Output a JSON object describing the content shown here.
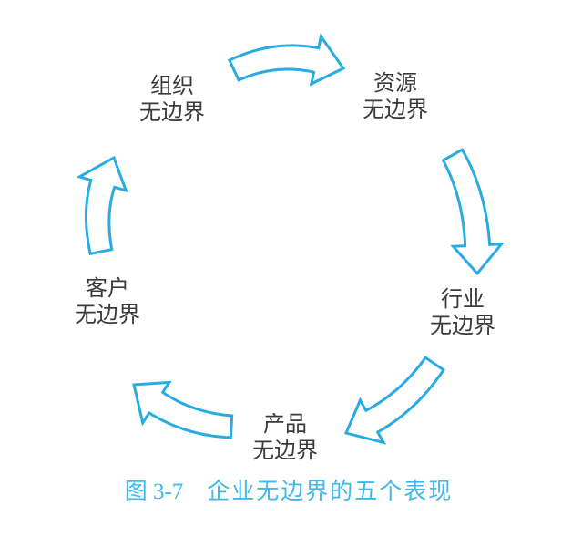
{
  "figure": {
    "caption": {
      "label": "图 3-7",
      "title": "企业无边界的五个表现"
    },
    "nodes": [
      {
        "id": "organization",
        "line1": "组织",
        "line2": "无边界"
      },
      {
        "id": "resources",
        "line1": "资源",
        "line2": "无边界"
      },
      {
        "id": "industry",
        "line1": "行业",
        "line2": "无边界"
      },
      {
        "id": "product",
        "line1": "产品",
        "line2": "无边界"
      },
      {
        "id": "customer",
        "line1": "客户",
        "line2": "无边界"
      }
    ],
    "flows": [
      {
        "from": "组织无边界",
        "to": "资源无边界"
      },
      {
        "from": "资源无边界",
        "to": "行业无边界"
      },
      {
        "from": "行业无边界",
        "to": "产品无边界"
      },
      {
        "from": "产品无边界",
        "to": "客户无边界"
      },
      {
        "from": "客户无边界",
        "to": "组织无边界"
      }
    ]
  },
  "colors": {
    "arrow": "#29abe2",
    "caption": "#3db9ec",
    "label_text": "#3a3a3a",
    "background": "#ffffff"
  }
}
